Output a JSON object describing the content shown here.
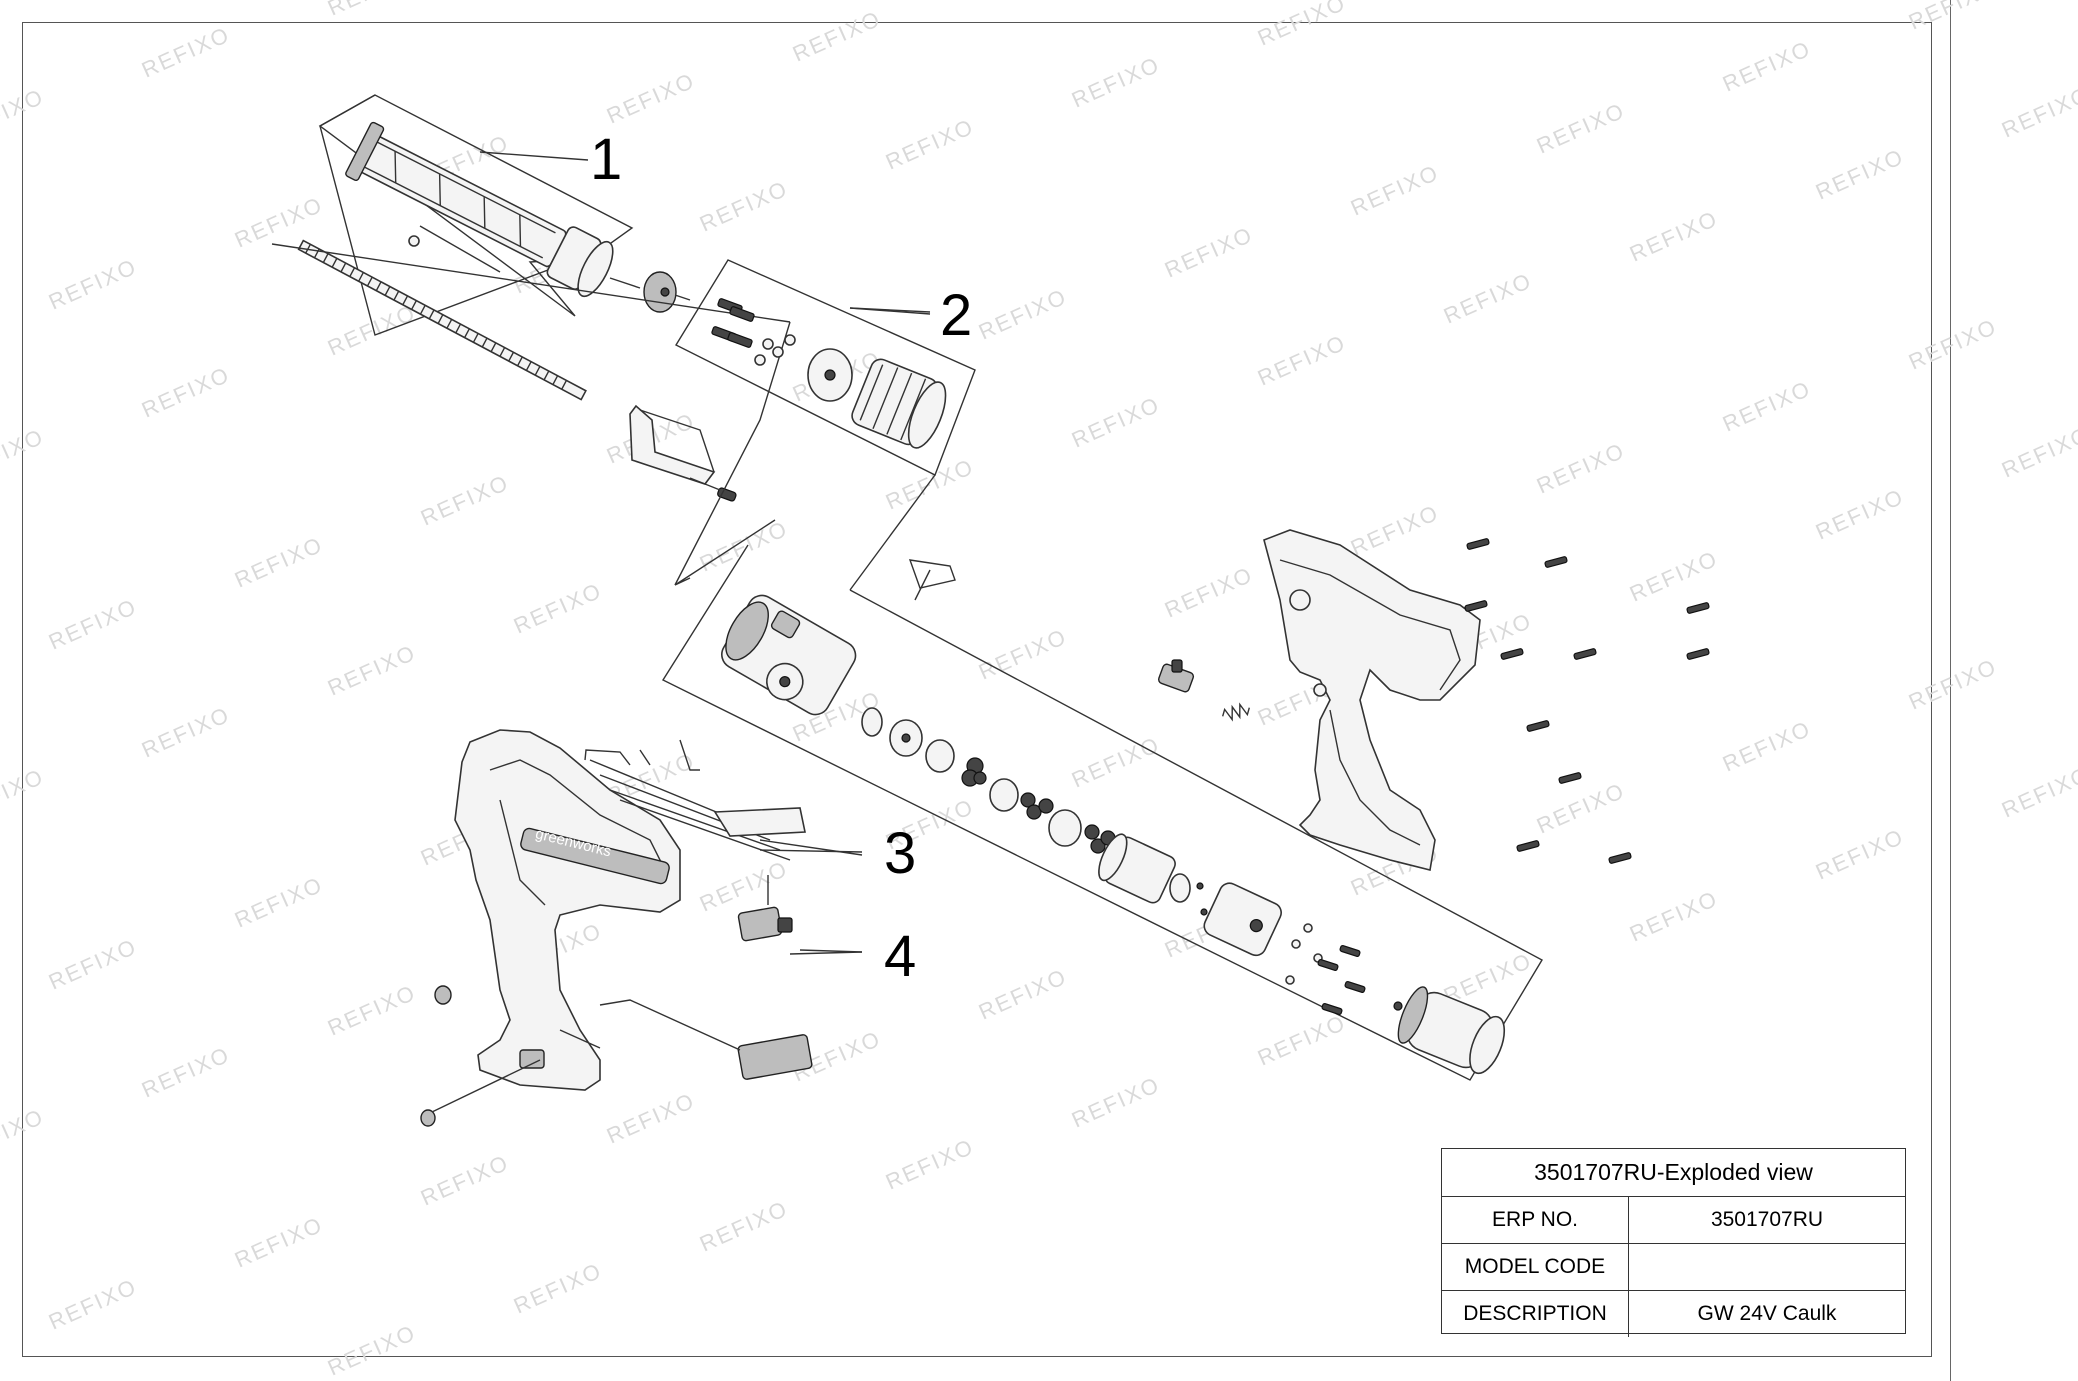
{
  "watermark": {
    "text": "REFIXO"
  },
  "callouts": [
    "1",
    "2",
    "3",
    "4"
  ],
  "brand_label": "greenworks",
  "title_block": {
    "title": "3501707RU-Exploded view",
    "rows": [
      {
        "label": "ERP NO.",
        "value": "3501707RU"
      },
      {
        "label": "MODEL CODE",
        "value": ""
      },
      {
        "label": "DESCRIPTION",
        "value": "GW 24V Caulk"
      }
    ]
  }
}
